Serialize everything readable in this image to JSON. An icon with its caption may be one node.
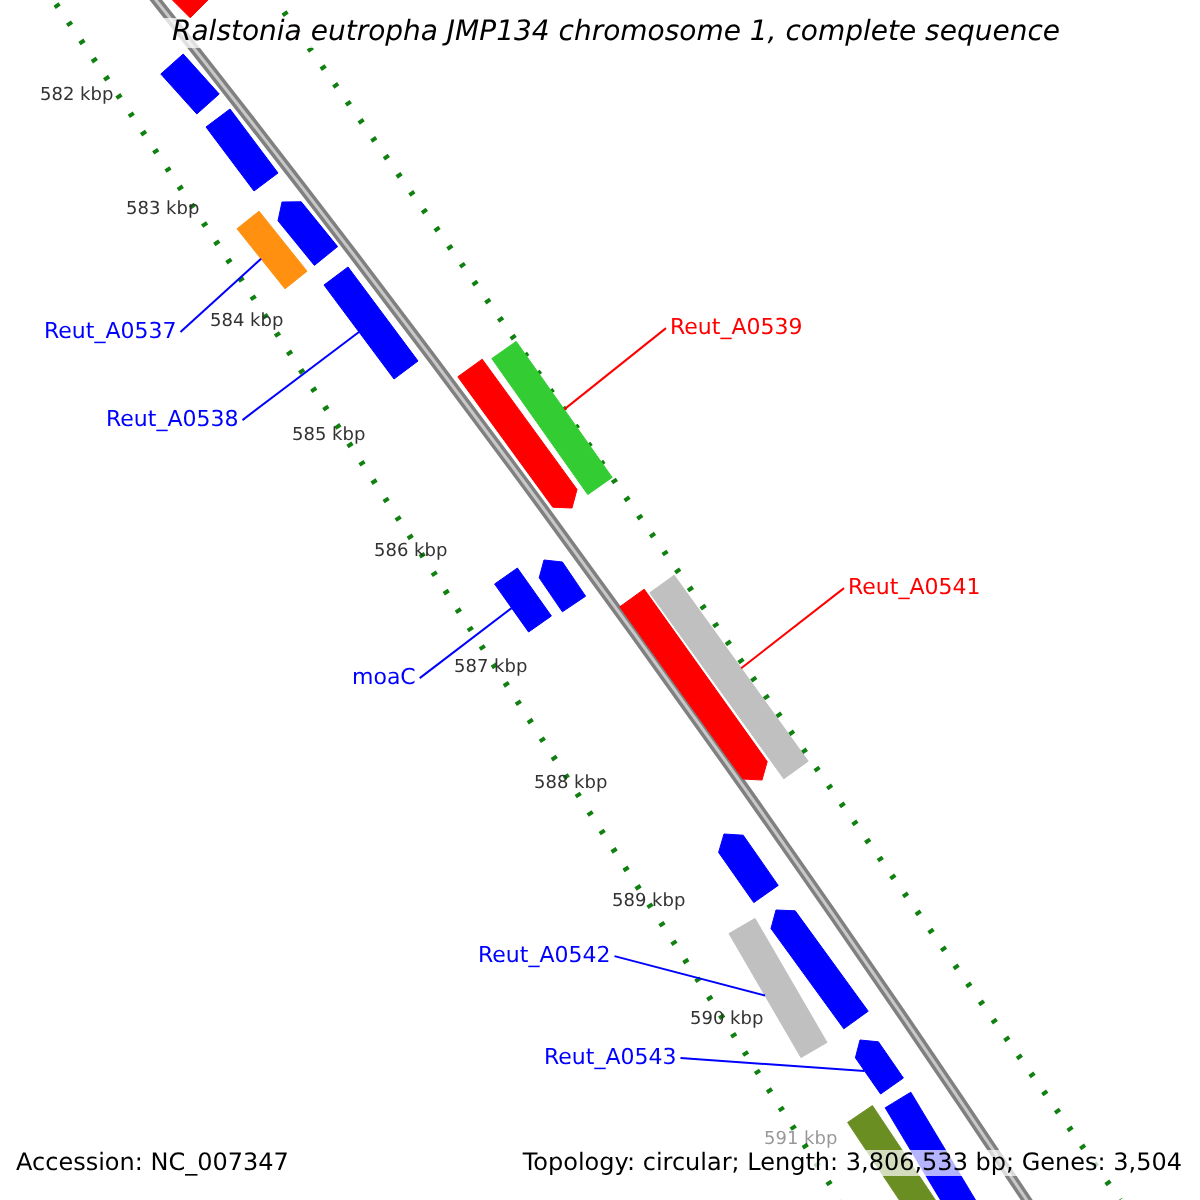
{
  "diagram": {
    "title": "Ralstonia eutropha JMP134 chromosome 1, complete sequence",
    "nodes": [
      {
        "text": [],
        "shape": "bar"
      },
      {
        "text": [],
        "shape": "bar"
      },
      {
        "text": [],
        "shape": "bar"
      },
      {
        "text": [],
        "shape": "pentagon"
      },
      {
        "text": [],
        "shape": "bar"
      },
      {
        "text": [
          "Reut_A0537"
        ]
      },
      {
        "text": [],
        "shape": "bar"
      },
      {
        "text": [
          "Reut_A0538"
        ]
      },
      {
        "text": [],
        "shape": "bar"
      },
      {
        "text": [],
        "shape": "pentagon"
      },
      {
        "text": [
          "Reut_A0539"
        ]
      },
      {
        "text": [],
        "shape": "pentagon"
      },
      {
        "text": [],
        "shape": "bar"
      },
      {
        "text": [
          "moaC"
        ]
      },
      {
        "text": [],
        "shape": "bar"
      },
      {
        "text": [],
        "shape": "pentagon"
      },
      {
        "text": [
          "Reut_A0541"
        ]
      },
      {
        "text": [],
        "shape": "pentagon"
      },
      {
        "text": [],
        "shape": "pentagon"
      },
      {
        "text": [],
        "shape": "bar"
      },
      {
        "text": [
          "Reut_A0542"
        ]
      },
      {
        "text": [],
        "shape": "pentagon"
      },
      {
        "text": [
          "Reut_A0543"
        ]
      },
      {
        "text": [],
        "shape": "bar"
      },
      {
        "text": [],
        "shape": "bar"
      }
    ],
    "edges": [
      {
        "from": 5,
        "to": 4,
        "arrow": "none",
        "color": "#0000ff"
      },
      {
        "from": 7,
        "to": 6,
        "arrow": "none",
        "color": "#0000ff"
      },
      {
        "from": 10,
        "to": 8,
        "arrow": "none",
        "color": "#ff0000"
      },
      {
        "from": 13,
        "to": 12,
        "arrow": "none",
        "color": "#0000ff"
      },
      {
        "from": 16,
        "to": 14,
        "arrow": "none",
        "color": "#ff0000"
      },
      {
        "from": 20,
        "to": 19,
        "arrow": "none",
        "color": "#0000ff"
      },
      {
        "from": 22,
        "to": 21,
        "arrow": "none",
        "color": "#0000ff"
      }
    ],
    "labels": [
      "582 kbp",
      "583 kbp",
      "584 kbp",
      "585 kbp",
      "586 kbp",
      "587 kbp",
      "588 kbp",
      "589 kbp",
      "590 kbp",
      "591 kbp",
      "Accession: NC_007347",
      "Topology: circular; Length: 3,806,533 bp; Genes: 3,504"
    ]
  }
}
